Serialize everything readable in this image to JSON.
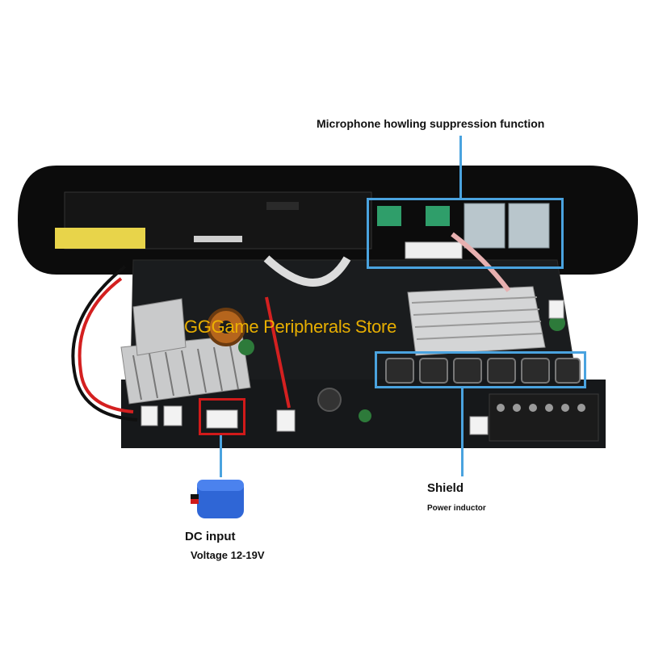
{
  "callouts": {
    "howling": "Microphone howling suppression function",
    "shield_title": "Shield",
    "shield_sub": "Power inductor",
    "dc_title": "DC input",
    "dc_sub": "Voltage 12-19V"
  },
  "watermark": "GGGame Peripherals Store",
  "colors": {
    "callout": "#4aa3df",
    "highlight": "#d11a1a",
    "watermark": "#f2b600",
    "battery": "#2f66d6",
    "pcb": "#1a1c1e"
  }
}
